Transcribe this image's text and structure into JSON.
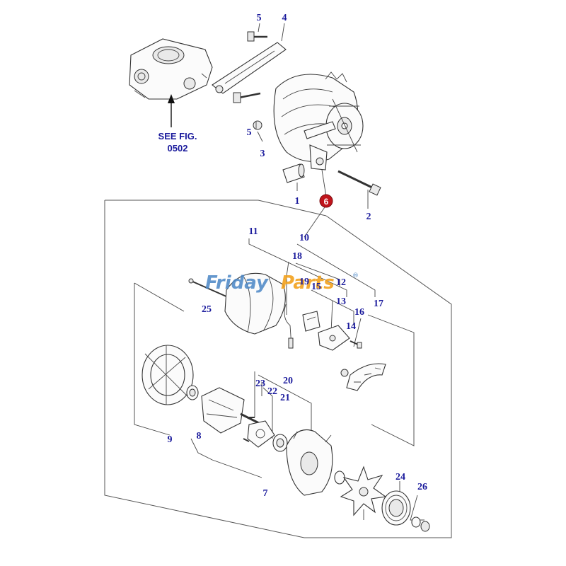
{
  "diagram": {
    "callouts": {
      "c1": "1",
      "c2": "2",
      "c3": "3",
      "c4": "4",
      "c5a": "5",
      "c5b": "5",
      "c6": "6",
      "c7": "7",
      "c8": "8",
      "c9": "9",
      "c10": "10",
      "c11": "11",
      "c12": "12",
      "c13": "13",
      "c14": "14",
      "c15": "15",
      "c16": "16",
      "c17": "17",
      "c18": "18",
      "c19": "19",
      "c20": "20",
      "c21": "21",
      "c22": "22",
      "c23": "23",
      "c24": "24",
      "c25": "25",
      "c26": "26"
    },
    "see_fig": {
      "line1": "SEE FIG.",
      "line2": "0502"
    },
    "highlight_color": "#c0141b",
    "callout_color": "#1a1a9c"
  },
  "watermark": {
    "part1": "Friday",
    "part2": "Parts",
    "mark": "®"
  }
}
